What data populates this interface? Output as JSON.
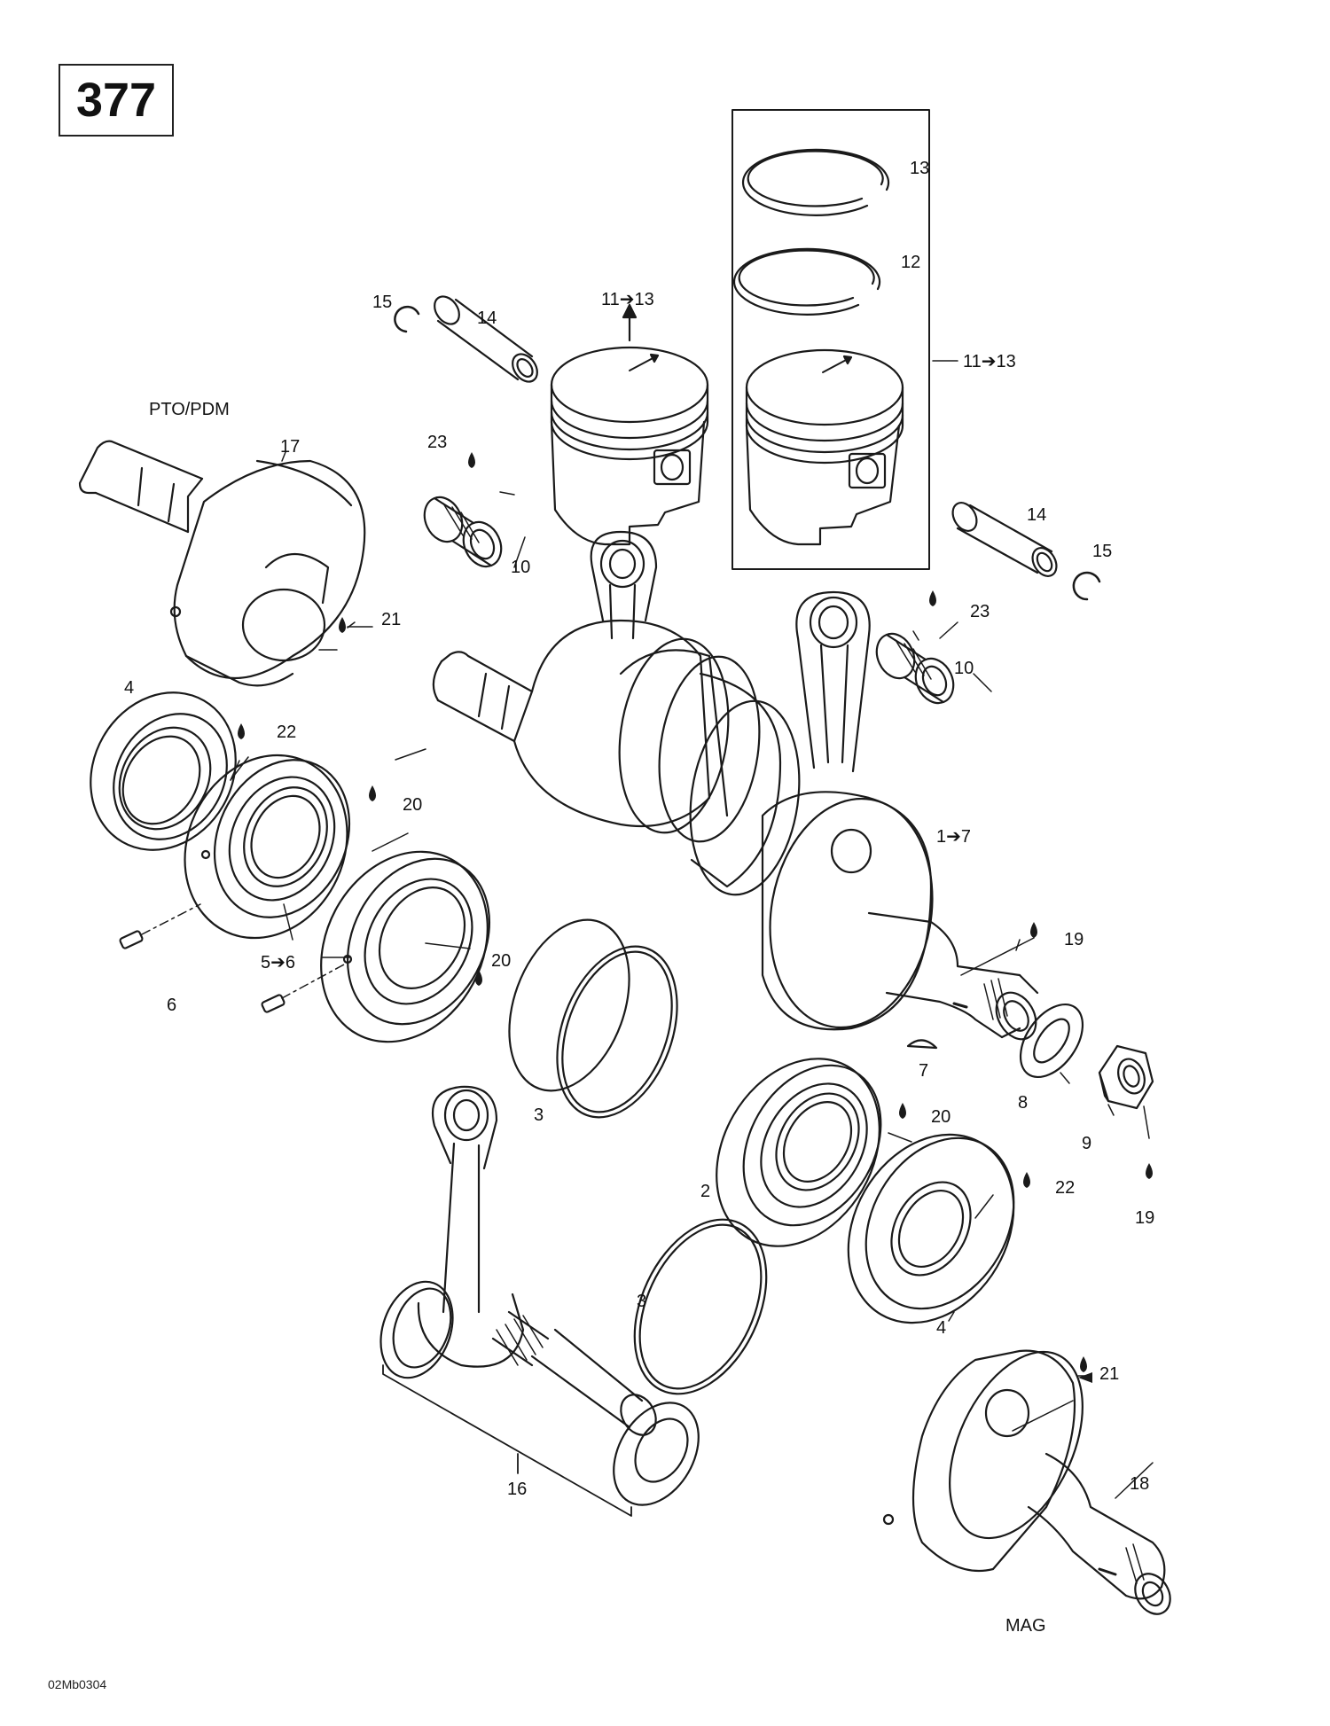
{
  "page_number": "377",
  "drawing_code": "02Mb0304",
  "side_labels": {
    "pto": "PTO/PDM",
    "mag": "MAG"
  },
  "callouts": {
    "c13": "13",
    "c12": "12",
    "c11_13_kit": "11➔13",
    "c11_13_piston": "11➔13",
    "c15_left": "15",
    "c14_left": "14",
    "c23_left": "23",
    "c10_left": "10",
    "c17": "17",
    "c21_left": "21",
    "c14_right": "14",
    "c15_right": "15",
    "c23_right": "23",
    "c10_right": "10",
    "c4_top": "4",
    "c22_top": "22",
    "c20_upper": "20",
    "c5_6": "5➔6",
    "c6": "6",
    "c20_mid": "20",
    "c1_7": "1➔7",
    "c19_shaft": "19",
    "c3_upper": "3",
    "c7": "7",
    "c8": "8",
    "c9": "9",
    "c19_nut": "19",
    "c20_lower": "20",
    "c2": "2",
    "c22_lower": "22",
    "c3_lower": "3",
    "c4_lower": "4",
    "c21_lower": "21",
    "c16": "16",
    "c18": "18"
  }
}
